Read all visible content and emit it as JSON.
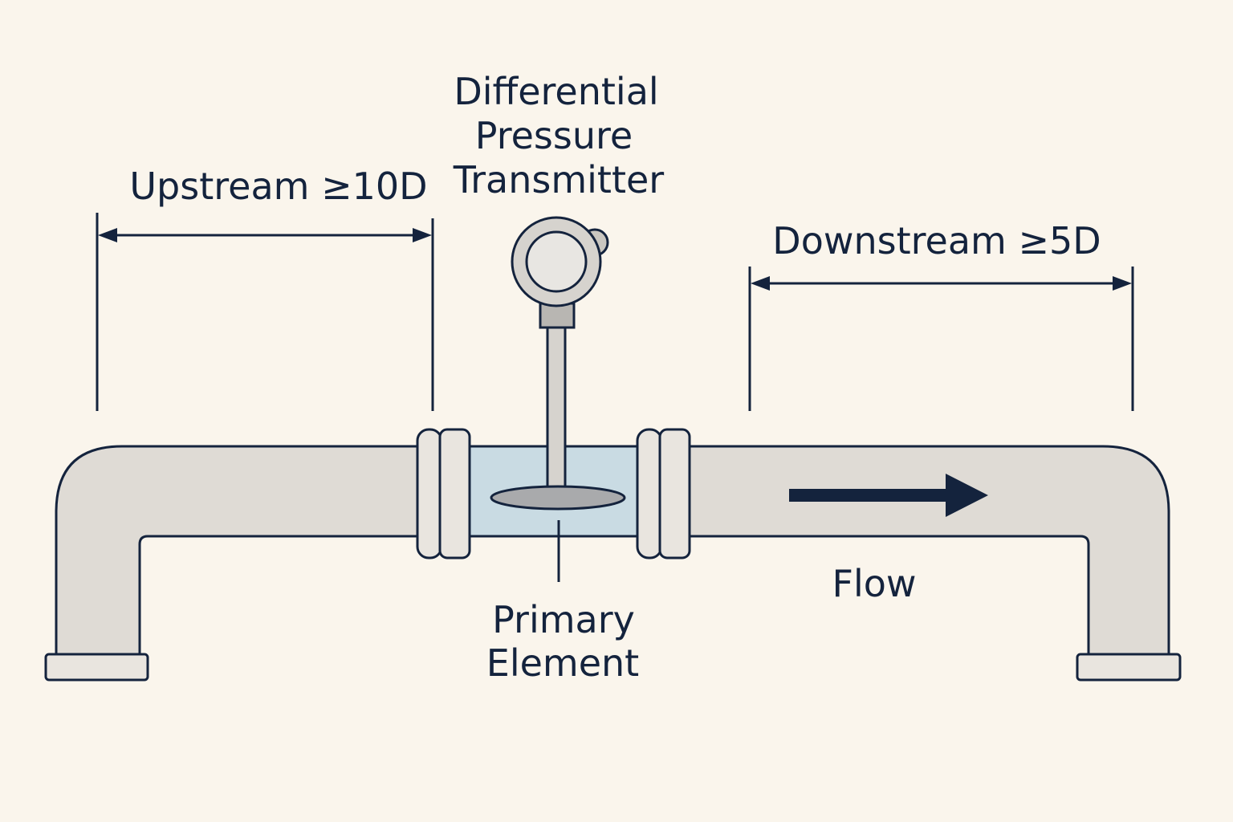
{
  "labels": {
    "transmitter": [
      "Differential",
      "Pressure",
      "Transmitter"
    ],
    "upstream": "Upstream ≥10D",
    "downstream": "Downstream ≥5D",
    "primary_element": [
      "Primary",
      "Element"
    ],
    "flow": "Flow"
  },
  "colors": {
    "background": "#faf5ec",
    "pipe_fill": "#dfdbd5",
    "line": "#14233d",
    "meter_section": "#c9dbe3",
    "orifice_plate": "#a9aaac",
    "flange": "#e9e5df",
    "transmitter_body": "#d6d3ce"
  }
}
